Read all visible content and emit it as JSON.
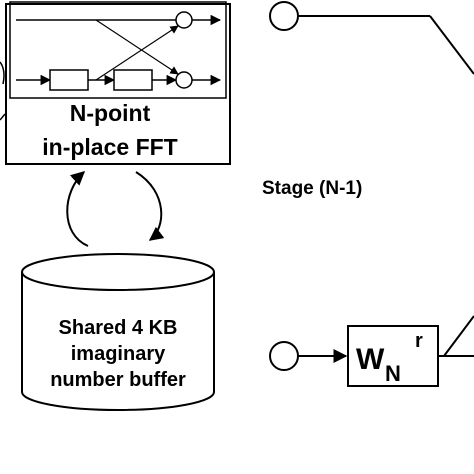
{
  "fft_block": {
    "line1": "N-point",
    "line2": "in-place FFT"
  },
  "stage_label": "Stage (N-1)",
  "buffer": {
    "line1": "Shared 4 KB",
    "line2": "imaginary",
    "line3": "number buffer"
  },
  "twiddle": {
    "base": "W",
    "subscript": "N",
    "superscript": "r"
  }
}
